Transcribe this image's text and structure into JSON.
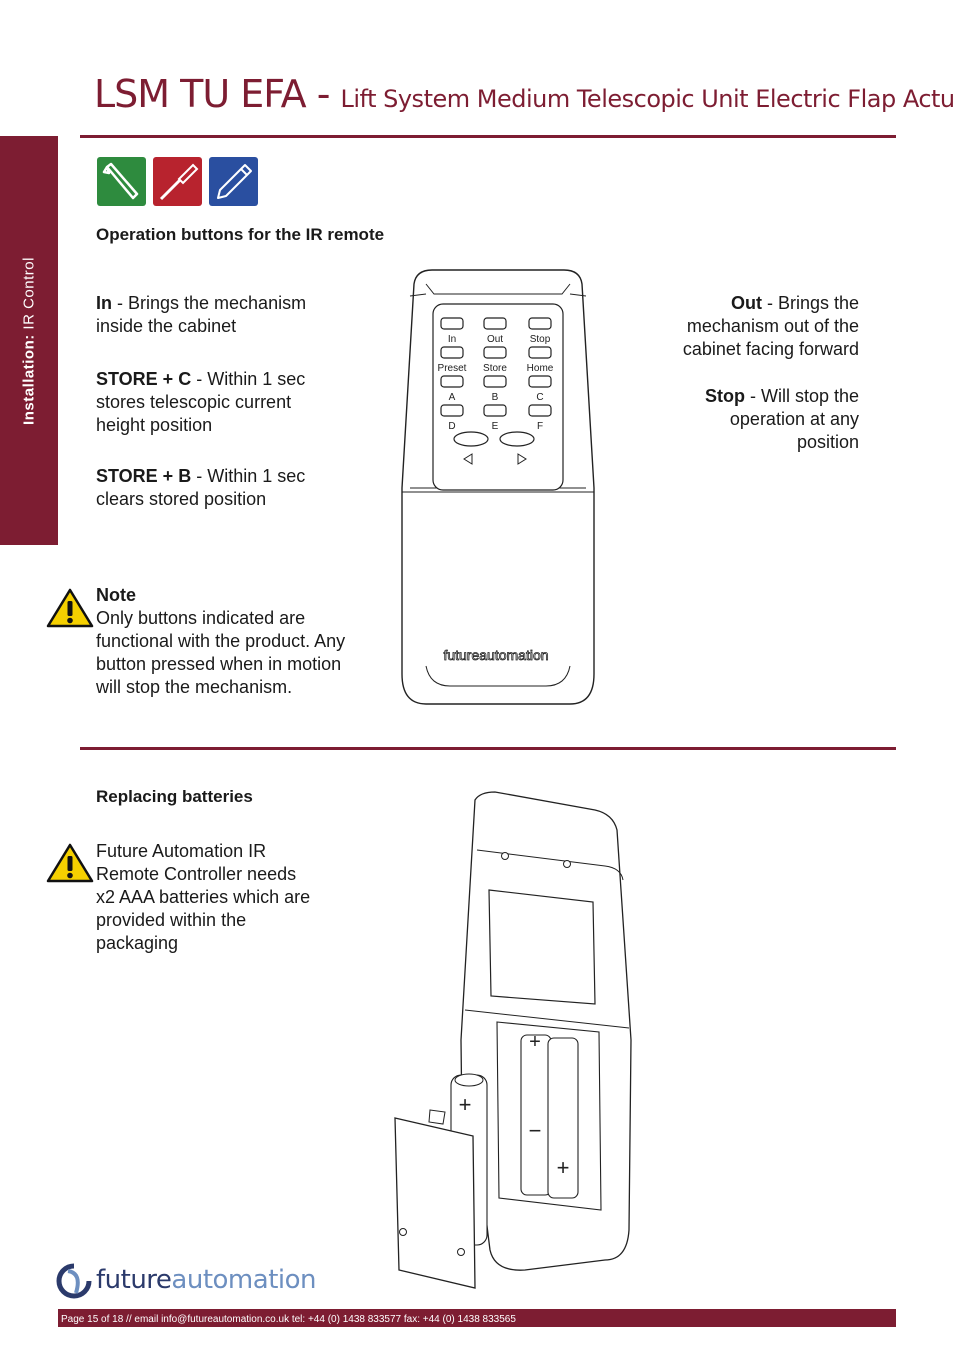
{
  "header": {
    "title_main": "LSM TU EFA - ",
    "title_sub": "Lift System Medium Telescopic Unit Electric Flap Actuator"
  },
  "sidebar": {
    "label_bold": "Installation:",
    "label_rest": " IR Control"
  },
  "tools": [
    "allen-key-icon",
    "screwdriver-icon",
    "pencil-icon"
  ],
  "colors": {
    "brand": "#7d1d32",
    "tool_green": "#2e8b3e",
    "tool_red": "#b8232e",
    "tool_blue": "#2a4fa0"
  },
  "operation": {
    "heading": "Operation buttons for the IR remote",
    "in_label": "In",
    "in_text": " - Brings the mechanism inside the cabinet",
    "store_c_label": "STORE + C",
    "store_c_text": " - Within 1 sec stores telescopic current height position",
    "store_b_label": "STORE + B",
    "store_b_text": " - Within 1 sec clears stored position",
    "note_label": "Note",
    "note_text": "Only buttons indicated are functional with the product. Any button pressed when in motion will stop the mechanism.",
    "out_label": "Out",
    "out_text": " - Brings the mechanism out of the cabinet facing forward",
    "stop_label": "Stop",
    "stop_text": " - Will stop the operation at any position"
  },
  "remote": {
    "row1": [
      "In",
      "Out",
      "Stop"
    ],
    "row2": [
      "Preset",
      "Store",
      "Home"
    ],
    "row3": [
      "A",
      "B",
      "C"
    ],
    "row4": [
      "D",
      "E",
      "F"
    ],
    "brand": "futureautomation"
  },
  "batteries": {
    "heading": "Replacing batteries",
    "text": "Future Automation IR Remote Controller needs x2 AAA batteries which are provided within the packaging"
  },
  "footer": {
    "text": "Page 15 of 18 // email info@futureautomation.co.uk  tel: +44 (0) 1438 833577  fax: +44 (0) 1438 833565",
    "logo_bold": "future",
    "logo_light": "automation"
  }
}
